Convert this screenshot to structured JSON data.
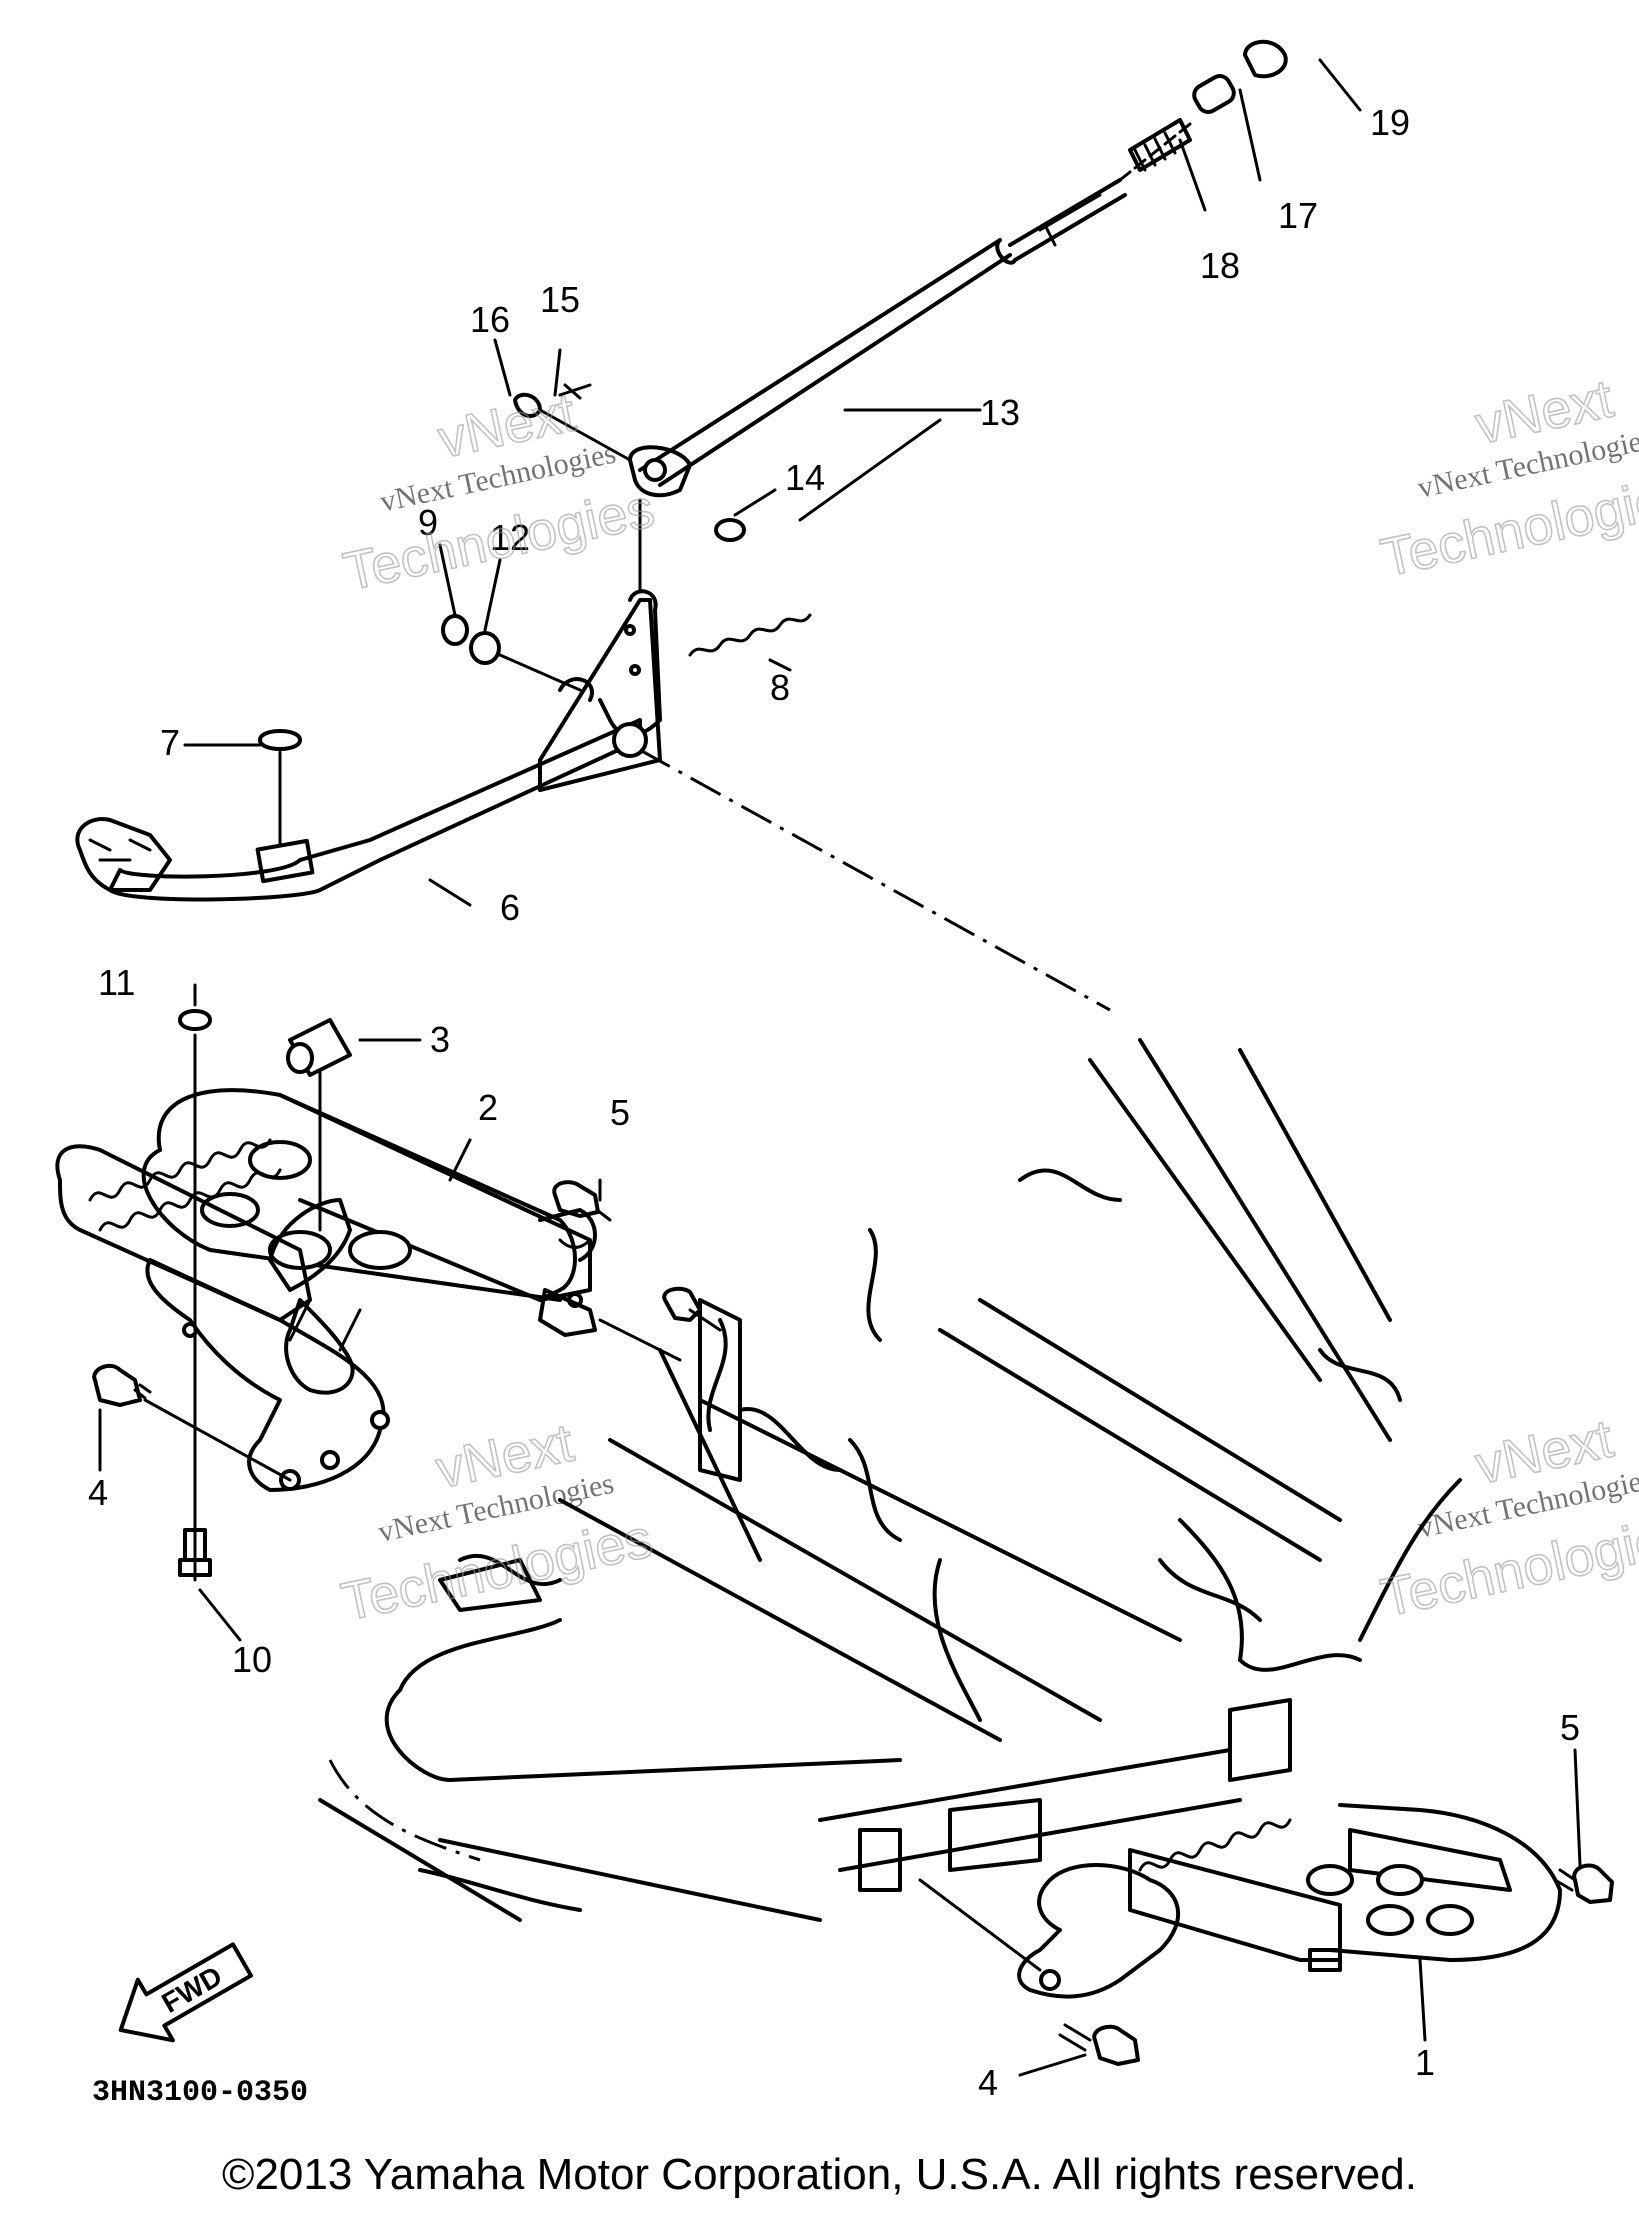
{
  "diagram": {
    "drawing_code": "3HN3100-0350",
    "fwd_label": "FWD",
    "callouts": [
      "1",
      "2",
      "3",
      "4",
      "4",
      "5",
      "5",
      "6",
      "7",
      "8",
      "9",
      "10",
      "11",
      "12",
      "13",
      "14",
      "15",
      "16",
      "17",
      "18",
      "19"
    ],
    "watermark": {
      "line1": "vNext Technologies",
      "line2": "vNext",
      "line3": "Technologies"
    }
  },
  "footer": {
    "copyright": "©2013 Yamaha Motor Corporation, U.S.A. All rights reserved."
  }
}
